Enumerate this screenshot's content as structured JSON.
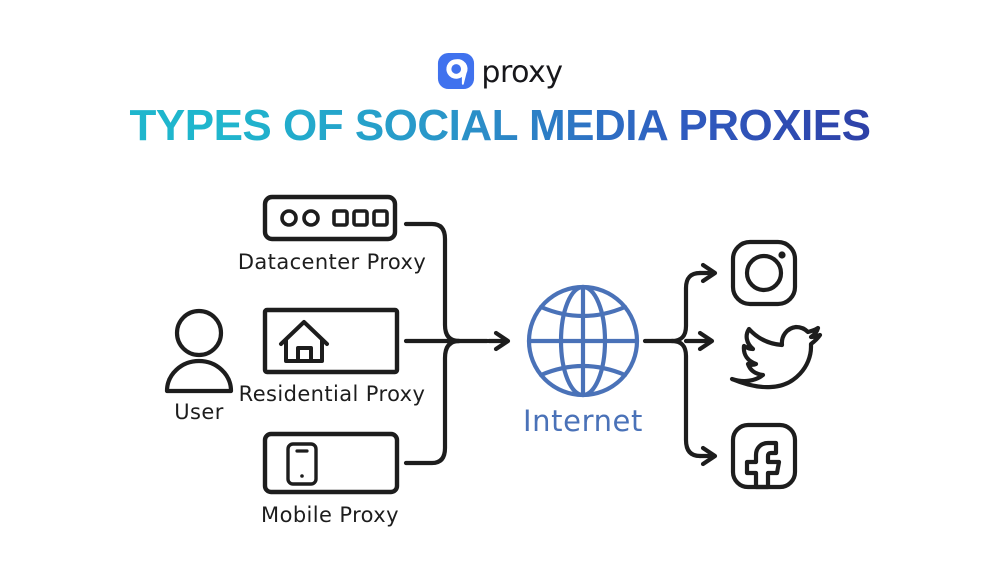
{
  "brand": {
    "logo_icon": "9proxy-logo-icon",
    "wordmark": "proxy",
    "logo_color": "#4072ee"
  },
  "title": {
    "text": "TYPES OF SOCIAL MEDIA PROXIES",
    "gradient_from": "#1fb6cd",
    "gradient_to": "#2e3da2"
  },
  "diagram": {
    "background": "#ffffff",
    "ink_color": "#1d1d1d",
    "accent_color": "#4a72b8",
    "source": {
      "icon": "user-icon",
      "label": "User"
    },
    "proxies": [
      {
        "icon": "server-icon",
        "label": "Datacenter Proxy"
      },
      {
        "icon": "house-icon",
        "label": "Residential Proxy"
      },
      {
        "icon": "smartphone-icon",
        "label": "Mobile Proxy"
      }
    ],
    "hub": {
      "icon": "globe-icon",
      "label": "Internet"
    },
    "destinations": [
      {
        "icon": "instagram-icon",
        "label": "Instagram"
      },
      {
        "icon": "twitter-icon",
        "label": "Twitter"
      },
      {
        "icon": "facebook-icon",
        "label": "Facebook"
      }
    ]
  }
}
